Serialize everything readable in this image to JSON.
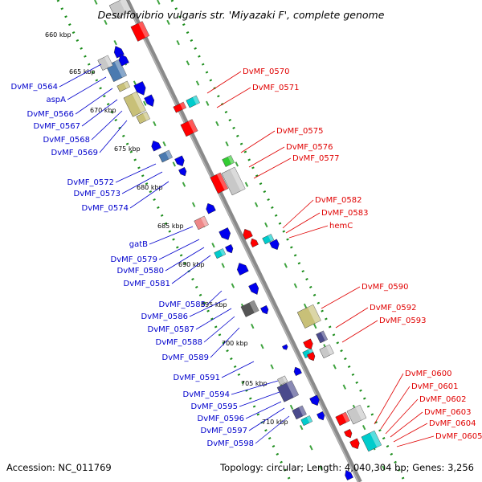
{
  "title": "Desulfovibrio vulgaris str. 'Miyazaki F', complete genome",
  "accession": "Accession: NC_011769",
  "topology": "Topology: circular; Length: 4,040,304 bp; Genes: 3,256",
  "colors": {
    "forward_label": "#e00000",
    "reverse_label": "#0000cc",
    "backbone": "#909090",
    "tick_dots": "#1a8c1a",
    "gene_red": "#ff0000",
    "gene_blue": "#0000ee",
    "gene_cyan": "#00cccc",
    "gene_gray": "#c8c8c8",
    "gene_khaki": "#c8c078",
    "gene_steel": "#4a7ab0",
    "gene_green": "#33cc33",
    "gene_pink": "#ee8888",
    "gene_navy": "#4a4a8c",
    "gene_dark": "#555555"
  },
  "kbp_ticks": [
    "660 kbp",
    "665 kbp",
    "670 kbp",
    "675 kbp",
    "680 kbp",
    "685 kbp",
    "690 kbp",
    "695 kbp",
    "700 kbp",
    "705 kbp",
    "710 kbp"
  ],
  "forward_labels": [
    "DvMF_0570",
    "DvMF_0571",
    "DvMF_0575",
    "DvMF_0576",
    "DvMF_0577",
    "DvMF_0582",
    "DvMF_0583",
    "hemC",
    "DvMF_0590",
    "DvMF_0592",
    "DvMF_0593",
    "DvMF_0600",
    "DvMF_0601",
    "DvMF_0602",
    "DvMF_0603",
    "DvMF_0604",
    "DvMF_0605"
  ],
  "reverse_labels": [
    "DvMF_0564",
    "aspA",
    "DvMF_0566",
    "DvMF_0567",
    "DvMF_0568",
    "DvMF_0569",
    "DvMF_0572",
    "DvMF_0573",
    "DvMF_0574",
    "gatB",
    "DvMF_0579",
    "DvMF_0580",
    "DvMF_0581",
    "DvMF_0585",
    "DvMF_0586",
    "DvMF_0587",
    "DvMF_0588",
    "DvMF_0589",
    "DvMF_0591",
    "DvMF_0594",
    "DvMF_0595",
    "DvMF_0596",
    "DvMF_0597",
    "DvMF_0598"
  ]
}
